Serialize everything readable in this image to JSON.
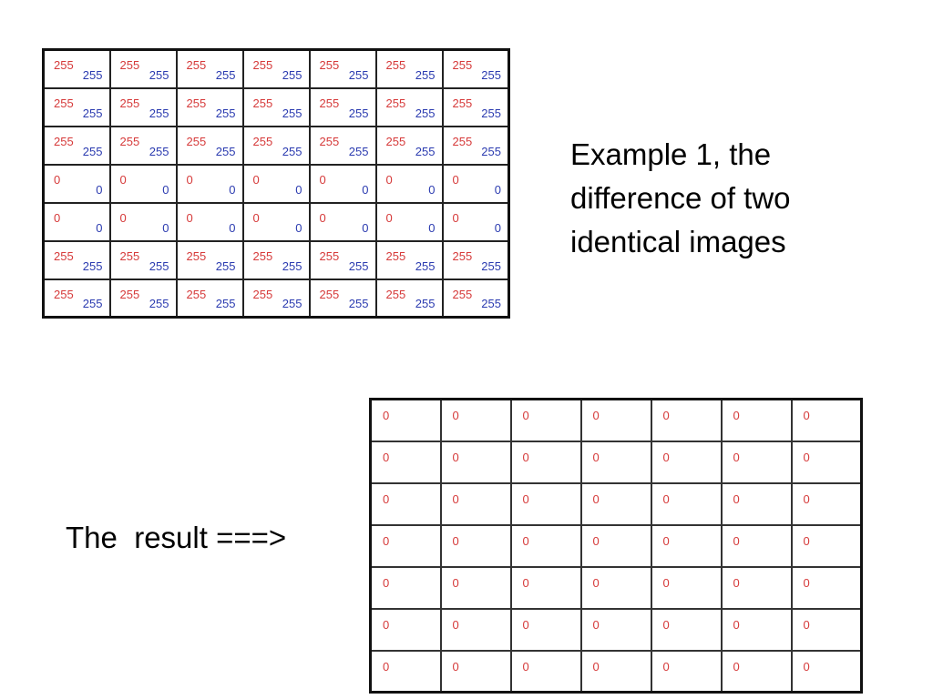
{
  "slide": {
    "caption_lines": [
      "Example 1, the",
      "difference of two",
      "identical images"
    ],
    "result_label": "The  result ===>"
  },
  "input_grid": {
    "rows": [
      [
        [
          "255",
          "255"
        ],
        [
          "255",
          "255"
        ],
        [
          "255",
          "255"
        ],
        [
          "255",
          "255"
        ],
        [
          "255",
          "255"
        ],
        [
          "255",
          "255"
        ],
        [
          "255",
          "255"
        ]
      ],
      [
        [
          "255",
          "255"
        ],
        [
          "255",
          "255"
        ],
        [
          "255",
          "255"
        ],
        [
          "255",
          "255"
        ],
        [
          "255",
          "255"
        ],
        [
          "255",
          "255"
        ],
        [
          "255",
          "255"
        ]
      ],
      [
        [
          "255",
          "255"
        ],
        [
          "255",
          "255"
        ],
        [
          "255",
          "255"
        ],
        [
          "255",
          "255"
        ],
        [
          "255",
          "255"
        ],
        [
          "255",
          "255"
        ],
        [
          "255",
          "255"
        ]
      ],
      [
        [
          "0",
          "0"
        ],
        [
          "0",
          "0"
        ],
        [
          "0",
          "0"
        ],
        [
          "0",
          "0"
        ],
        [
          "0",
          "0"
        ],
        [
          "0",
          "0"
        ],
        [
          "0",
          "0"
        ]
      ],
      [
        [
          "0",
          "0"
        ],
        [
          "0",
          "0"
        ],
        [
          "0",
          "0"
        ],
        [
          "0",
          "0"
        ],
        [
          "0",
          "0"
        ],
        [
          "0",
          "0"
        ],
        [
          "0",
          "0"
        ]
      ],
      [
        [
          "255",
          "255"
        ],
        [
          "255",
          "255"
        ],
        [
          "255",
          "255"
        ],
        [
          "255",
          "255"
        ],
        [
          "255",
          "255"
        ],
        [
          "255",
          "255"
        ],
        [
          "255",
          "255"
        ]
      ],
      [
        [
          "255",
          "255"
        ],
        [
          "255",
          "255"
        ],
        [
          "255",
          "255"
        ],
        [
          "255",
          "255"
        ],
        [
          "255",
          "255"
        ],
        [
          "255",
          "255"
        ],
        [
          "255",
          "255"
        ]
      ]
    ]
  },
  "result_grid": {
    "rows": [
      [
        "0",
        "0",
        "0",
        "0",
        "0",
        "0",
        "0"
      ],
      [
        "0",
        "0",
        "0",
        "0",
        "0",
        "0",
        "0"
      ],
      [
        "0",
        "0",
        "0",
        "0",
        "0",
        "0",
        "0"
      ],
      [
        "0",
        "0",
        "0",
        "0",
        "0",
        "0",
        "0"
      ],
      [
        "0",
        "0",
        "0",
        "0",
        "0",
        "0",
        "0"
      ],
      [
        "0",
        "0",
        "0",
        "0",
        "0",
        "0",
        "0"
      ],
      [
        "0",
        "0",
        "0",
        "0",
        "0",
        "0",
        "0"
      ]
    ]
  },
  "colors": {
    "first_image_value": "#d63a3a",
    "second_image_value": "#2b3bb0",
    "result_value": "#d63a3a"
  }
}
